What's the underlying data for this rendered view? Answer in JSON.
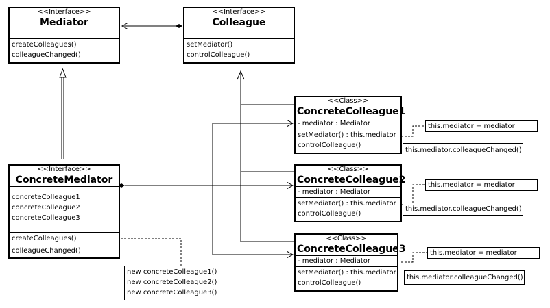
{
  "classes": {
    "mediator": {
      "stereotype": "<<Interface>>",
      "name": "Mediator",
      "methods": [
        "createColleagues()",
        "colleagueChanged()"
      ]
    },
    "colleague": {
      "stereotype": "<<Interface>>",
      "name": "Colleague",
      "methods": [
        "setMediator()",
        "controlColleague()"
      ]
    },
    "concrete_mediator": {
      "stereotype": "<<Interface>>",
      "name": "ConcreteMediator",
      "attributes": [
        "concreteColleague1",
        "concreteColleague2",
        "concreteColleague3"
      ],
      "methods": [
        "createColleagues()",
        "colleagueChanged()"
      ]
    },
    "cc1": {
      "stereotype": "<<Class>>",
      "name": "ConcreteColleague1",
      "attribute": "- mediator : Mediator",
      "methods": [
        "setMediator() : this.mediator",
        "controlColleague()"
      ]
    },
    "cc2": {
      "stereotype": "<<Class>>",
      "name": "ConcreteColleague2",
      "attribute": "- mediator : Mediator",
      "methods": [
        "setMediator() : this.mediator",
        "controlColleague()"
      ]
    },
    "cc3": {
      "stereotype": "<<Class>>",
      "name": "ConcreteColleague3",
      "attribute": "- mediator : Mediator",
      "methods": [
        "setMediator() : this.mediator",
        "controlColleague()"
      ]
    }
  },
  "notes": {
    "cc1_set": "this.mediator = mediator",
    "cc1_changed": "this.mediator.colleagueChanged()",
    "cc2_set": "this.mediator = mediator",
    "cc2_changed": "this.mediator.colleagueChanged()",
    "cc3_set": "this.mediator = mediator",
    "cc3_changed": "this.mediator.colleagueChanged()",
    "create": [
      "new concreteColleague1()",
      "new concreteColleague2()",
      "new concreteColleague3()"
    ]
  }
}
